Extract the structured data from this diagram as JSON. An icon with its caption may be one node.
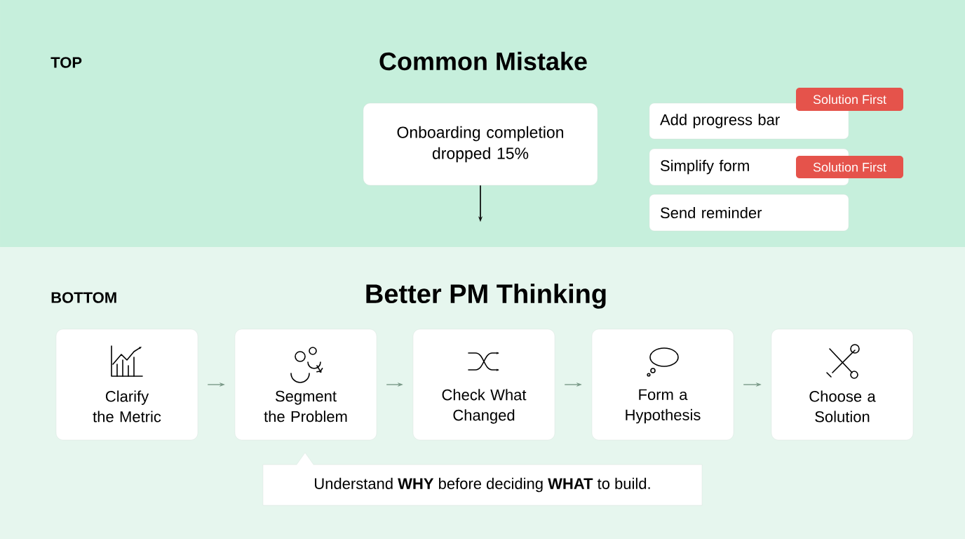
{
  "diagram": {
    "nodes": [
      {
        "text": [
          "Onboarding completion dropped 15%"
        ]
      },
      {
        "text": [
          "Solution First"
        ]
      },
      {
        "text": [
          "Add progress bar"
        ]
      },
      {
        "text": [
          "Simplify form"
        ]
      },
      {
        "text": [
          "Solution First"
        ]
      },
      {
        "text": [
          "Send reminder"
        ]
      },
      {
        "text": [
          "Clarify the Metric"
        ]
      },
      {
        "text": [
          "Segment the Problem"
        ]
      },
      {
        "text": [
          "Check What Changed"
        ]
      },
      {
        "text": [
          "Form a Hypothesis"
        ]
      },
      {
        "text": [
          "Choose a Solution"
        ]
      },
      {
        "text": [
          "Understand **WHY** before deciding **WHAT** to build."
        ]
      }
    ],
    "edges": [
      {
        "from": 0,
        "to": null,
        "arrow": "to",
        "color": "#111111"
      },
      {
        "from": 6,
        "to": 7,
        "arrow": "to"
      },
      {
        "from": 7,
        "to": 8,
        "arrow": "to"
      },
      {
        "from": 8,
        "to": 9,
        "arrow": "to"
      },
      {
        "from": 9,
        "to": 10,
        "arrow": "to"
      }
    ],
    "labels": [
      "TOP",
      "Common Mistake",
      "BOTTOM",
      "Better PM Thinking"
    ]
  }
}
